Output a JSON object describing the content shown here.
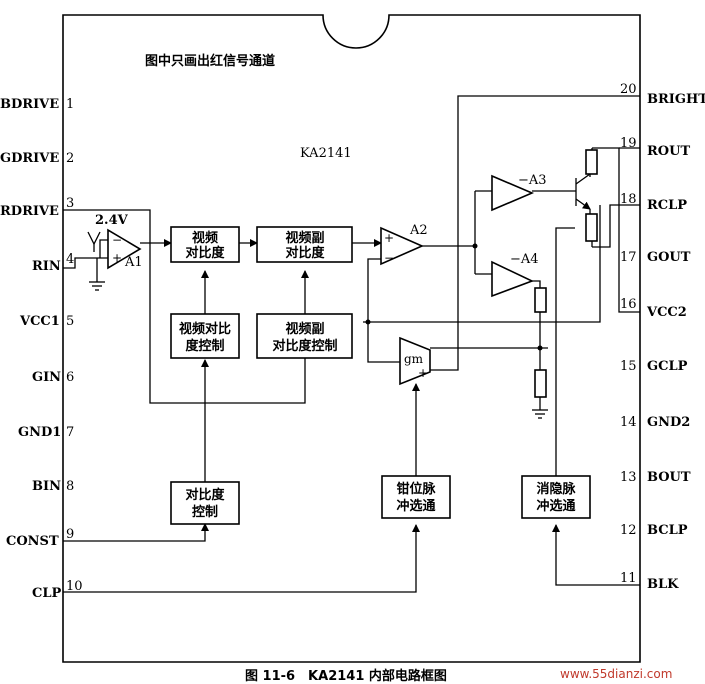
{
  "note": "图中只画出红信号通道",
  "chip": "KA2141",
  "caption": "图 11-6　KA2141 内部电路框图",
  "watermark": "www.55dianzi.com",
  "voltage_label": "2.4V",
  "pins_left": [
    {
      "name": "BDRIVE",
      "num": "1"
    },
    {
      "name": "GDRIVE",
      "num": "2"
    },
    {
      "name": "RDRIVE",
      "num": "3"
    },
    {
      "name": "RIN",
      "num": "4"
    },
    {
      "name": "VCC1",
      "num": "5"
    },
    {
      "name": "GIN",
      "num": "6"
    },
    {
      "name": "GND1",
      "num": "7"
    },
    {
      "name": "BIN",
      "num": "8"
    },
    {
      "name": "CONST",
      "num": "9"
    },
    {
      "name": "CLP",
      "num": "10"
    }
  ],
  "pins_right": [
    {
      "name": "BRIGHT",
      "num": "20"
    },
    {
      "name": "ROUT",
      "num": "19"
    },
    {
      "name": "RCLP",
      "num": "18"
    },
    {
      "name": "GOUT",
      "num": "17"
    },
    {
      "name": "VCC2",
      "num": "16"
    },
    {
      "name": "GCLP",
      "num": "15"
    },
    {
      "name": "GND2",
      "num": "14"
    },
    {
      "name": "BOUT",
      "num": "13"
    },
    {
      "name": "BCLP",
      "num": "12"
    },
    {
      "name": "BLK",
      "num": "11"
    }
  ],
  "blocks": {
    "video_contrast": [
      "视频",
      "对比度"
    ],
    "video_sub_contrast": [
      "视频副",
      "对比度"
    ],
    "video_contrast_ctrl": [
      "视频对比",
      "度控制"
    ],
    "video_sub_contrast_ctrl": [
      "视频副",
      "对比度控制"
    ],
    "contrast_ctrl": [
      "对比度",
      "控制"
    ],
    "clamp_pulse": [
      "钳位脉",
      "冲选通"
    ],
    "blank_pulse": [
      "消隐脉",
      "冲选通"
    ]
  },
  "amps": {
    "a1": "A1",
    "a2": "A2",
    "a3": "−A3",
    "a4": "−A4",
    "gm": "gm"
  }
}
